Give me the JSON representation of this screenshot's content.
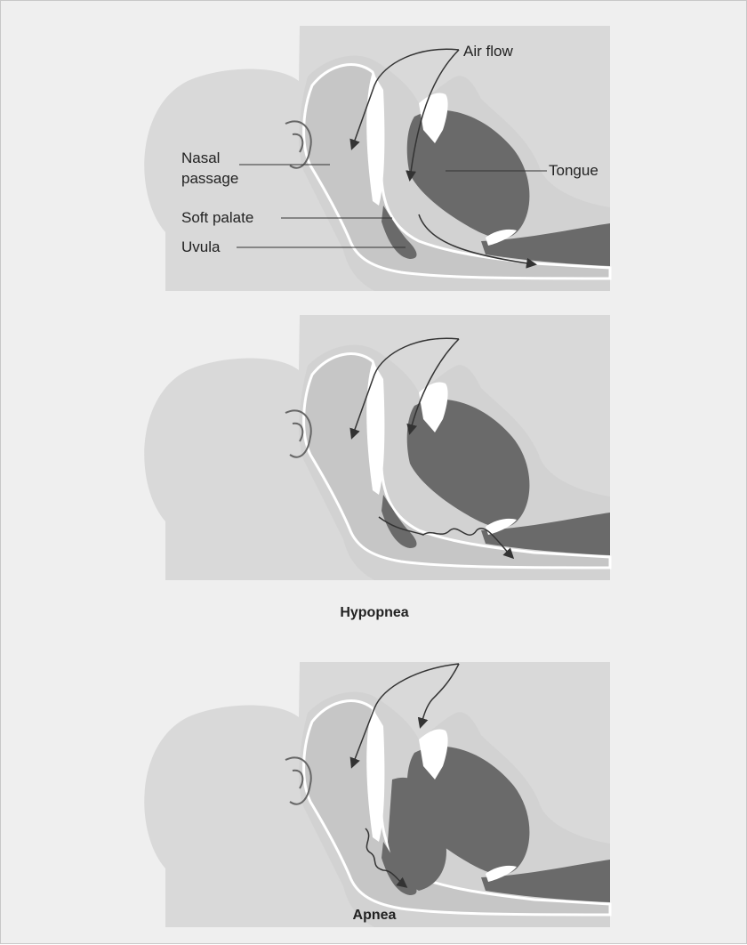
{
  "panels": [
    {
      "id": "normal",
      "caption": "",
      "labels": {
        "air_flow": "Air flow",
        "nasal_passage_line1": "Nasal",
        "nasal_passage_line2": "passage",
        "soft_palate": "Soft palate",
        "uvula": "Uvula",
        "tongue": "Tongue"
      }
    },
    {
      "id": "hypopnea",
      "caption": "Hypopnea"
    },
    {
      "id": "apnea",
      "caption": "Apnea"
    }
  ],
  "colors": {
    "background": "#efefef",
    "head": "#d9d9d9",
    "airway": "#c6c6c6",
    "outline": "#ffffff",
    "tissue": "#6a6a6a",
    "arrow": "#333333"
  }
}
